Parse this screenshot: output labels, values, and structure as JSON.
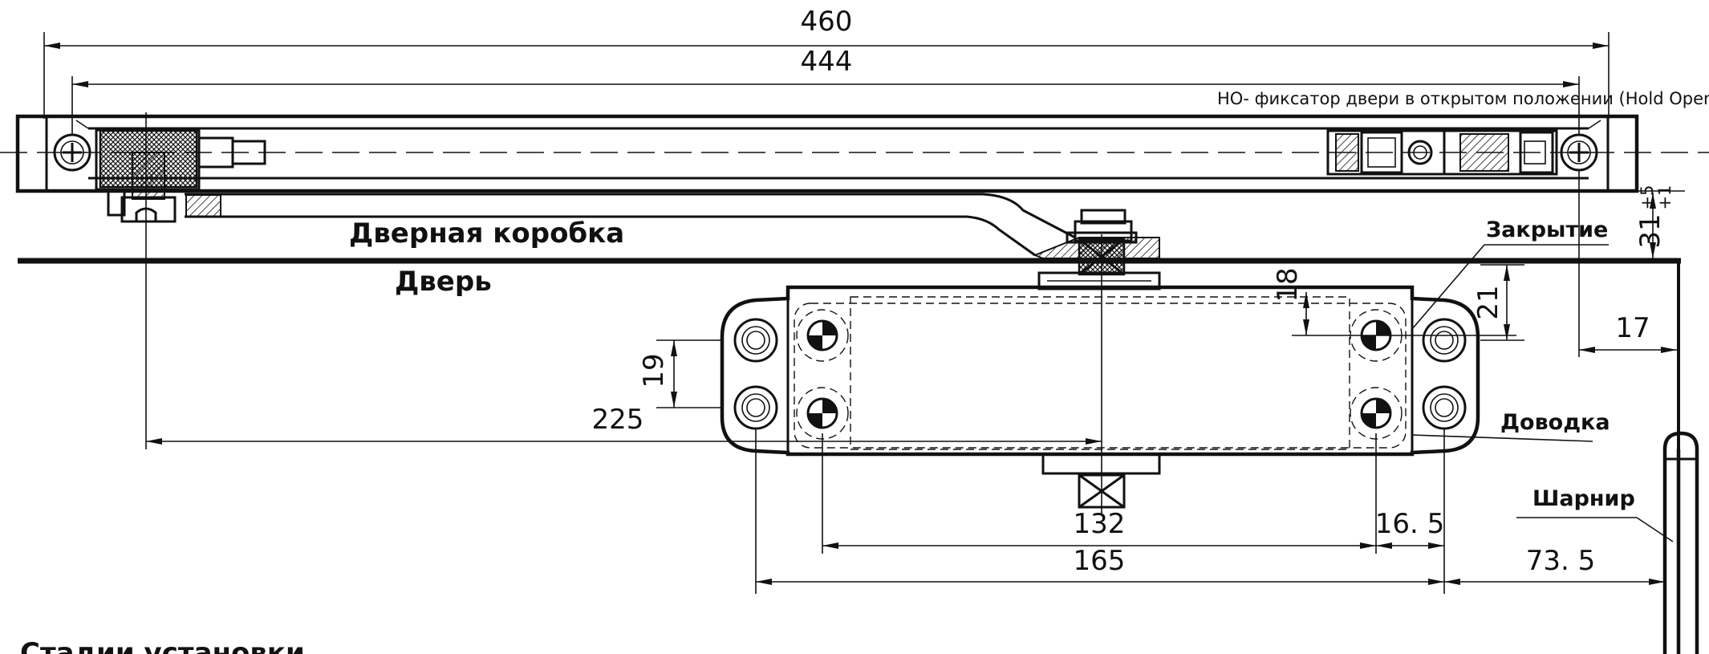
{
  "dimensions": {
    "d460": "460",
    "d444": "444",
    "d31": "31",
    "d31_tol_upper": "+5",
    "d31_tol_lower": "+1",
    "d18": "18",
    "d21": "21",
    "d17": "17",
    "d19": "19",
    "d225": "225",
    "d132": "132",
    "d165": "165",
    "d16_5": "16. 5",
    "d73_5": "73. 5"
  },
  "labels": {
    "hold_open_note": "НО- фиксатор двери в открытом положении (Hold Open)",
    "door_frame": "Дверная коробка",
    "door": "Дверь",
    "closing": "Закрытие",
    "latching": "Доводка",
    "hinge": "Шарнир",
    "section_heading": "Стадии установки"
  }
}
